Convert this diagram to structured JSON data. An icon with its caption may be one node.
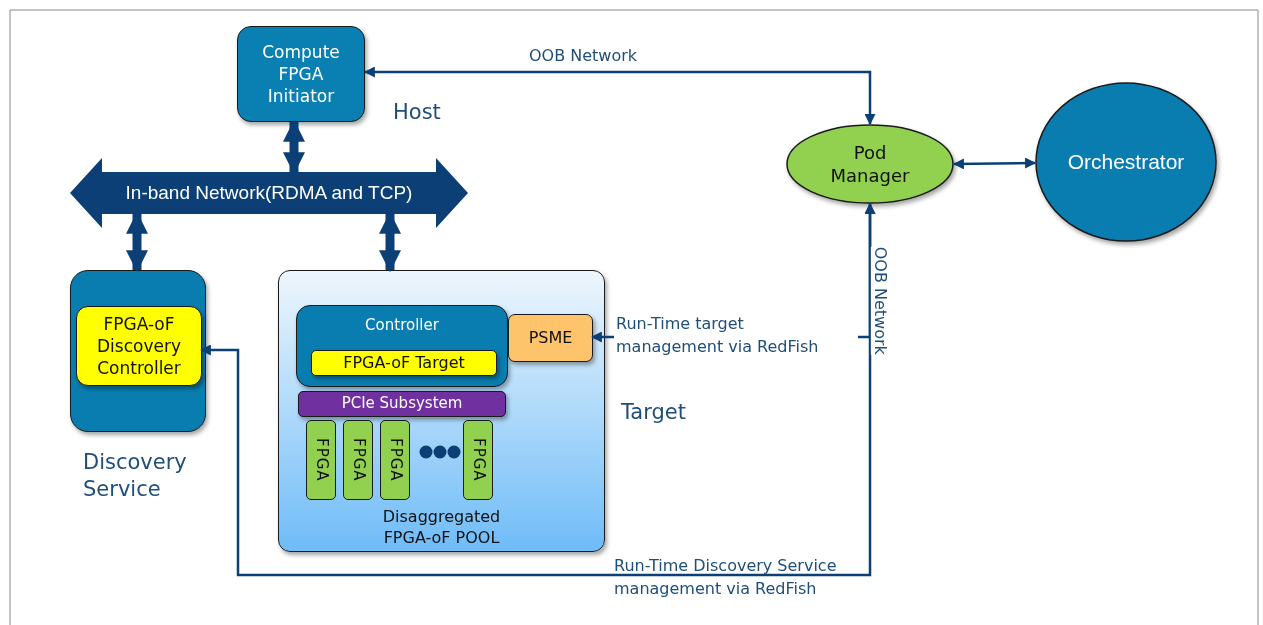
{
  "diagram": {
    "nodes": [
      {
        "text": [
          "Compute FPGA Initiator"
        ],
        "beside": [
          "Host"
        ]
      },
      {
        "text": [
          "In-band Network(RDMA and TCP)"
        ]
      },
      {
        "text": [],
        "shape": "box",
        "beside": [
          "Discovery Service"
        ]
      },
      {
        "text": [
          "FPGA-oF Discovery Controller"
        ],
        "in": 2
      },
      {
        "text": [
          "Disaggregated FPGA-oF POOL"
        ],
        "beside": [
          "Target"
        ]
      },
      {
        "text": [
          "Controller"
        ],
        "in": 4
      },
      {
        "text": [
          "FPGA-oF Target"
        ],
        "in": 5
      },
      {
        "text": [
          "PSME"
        ],
        "in": 4
      },
      {
        "text": [
          "PCIe Subsystem"
        ],
        "in": 4
      },
      {
        "text": [
          "FPGA"
        ],
        "in": 4
      },
      {
        "text": [
          "FPGA"
        ],
        "in": 4
      },
      {
        "text": [
          "FPGA"
        ],
        "in": 4
      },
      {
        "text": [
          "FPGA"
        ],
        "in": 4
      },
      {
        "text": [
          "Pod Manager"
        ]
      },
      {
        "text": [
          "Orchestrator"
        ]
      }
    ],
    "edges": [
      {
        "from": 0,
        "to": 1,
        "arrow": "both",
        "style": "thick"
      },
      {
        "from": 1,
        "to": 2,
        "arrow": "both",
        "style": "thick"
      },
      {
        "from": 1,
        "to": 4,
        "arrow": "both",
        "style": "thick"
      },
      {
        "from": 13,
        "to": 0,
        "arrow": "both",
        "label": "OOB Network"
      },
      {
        "from": 13,
        "to": 14,
        "arrow": "both"
      },
      {
        "from": 13,
        "to": 7,
        "arrow": "both",
        "label": "Run-Time target management via RedFish"
      },
      {
        "from": 13,
        "to": 3,
        "arrow": "both",
        "label": "Run-Time Discovery Service management via RedFish"
      }
    ],
    "labels": [
      "OOB Network"
    ]
  }
}
